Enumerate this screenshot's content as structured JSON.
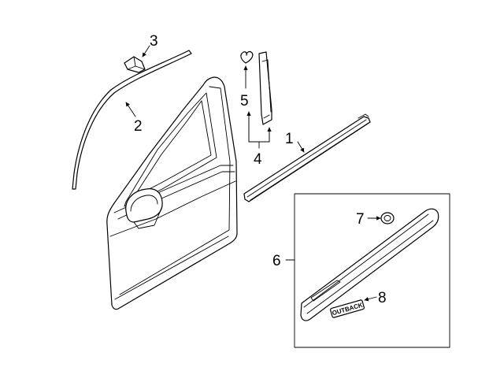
{
  "callouts": {
    "c1": "1",
    "c2": "2",
    "c3": "3",
    "c4": "4",
    "c5": "5",
    "c6": "6",
    "c7": "7",
    "c8": "8"
  },
  "emblem_text": "OUTBACK",
  "icons": {
    "arrow": "arrowhead"
  }
}
